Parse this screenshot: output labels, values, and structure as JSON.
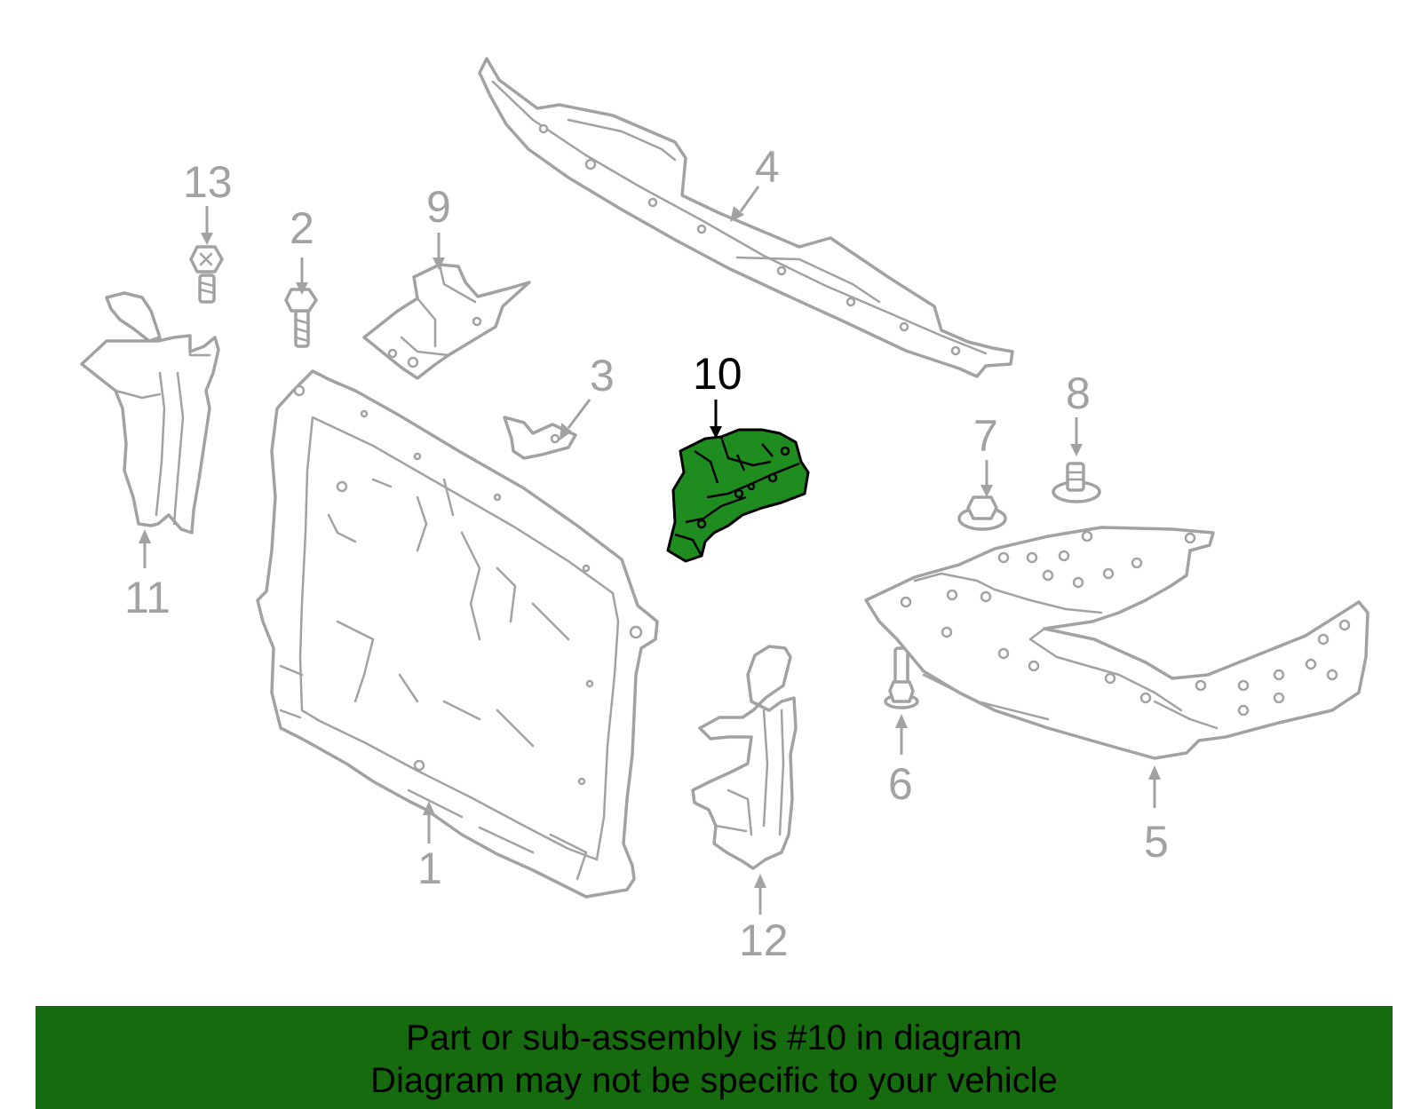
{
  "diagram": {
    "callouts": {
      "c1": "1",
      "c2": "2",
      "c3": "3",
      "c4": "4",
      "c5": "5",
      "c6": "6",
      "c7": "7",
      "c8": "8",
      "c9": "9",
      "c10": "10",
      "c11": "11",
      "c12": "12",
      "c13": "13"
    },
    "highlighted_part": "10",
    "colors": {
      "outline": "#a2a2a2",
      "highlight_fill": "#1e8c1e",
      "banner_background": "#166b0f"
    }
  },
  "banner": {
    "line1": "Part or sub-assembly is #10 in diagram",
    "line2": "Diagram may not be specific to your vehicle"
  }
}
